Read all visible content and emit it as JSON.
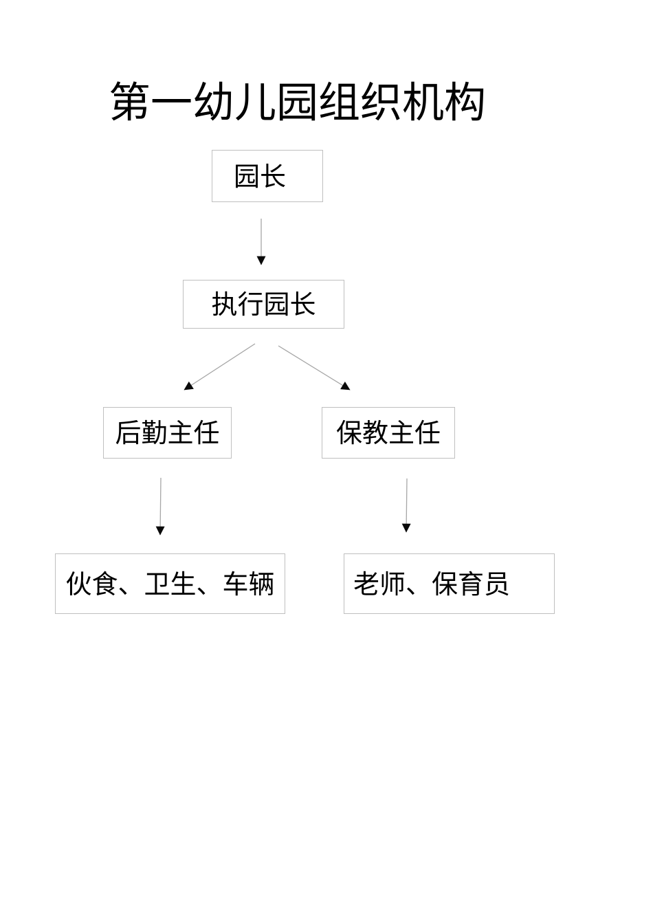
{
  "page": {
    "background": "#ffffff"
  },
  "title": "第一幼儿园组织机构",
  "org_chart": {
    "nodes": {
      "principal": {
        "label": "园长"
      },
      "executive": {
        "label": "执行园长"
      },
      "logistics_dir": {
        "label": "后勤主任"
      },
      "education_dir": {
        "label": "保教主任"
      },
      "logistics_staff": {
        "label": "伙食、卫生、车辆"
      },
      "teaching_staff": {
        "label": "老师、保育员"
      }
    },
    "edges": [
      {
        "from": "principal",
        "to": "executive"
      },
      {
        "from": "executive",
        "to": "logistics_dir"
      },
      {
        "from": "executive",
        "to": "education_dir"
      },
      {
        "from": "logistics_dir",
        "to": "logistics_staff"
      },
      {
        "from": "education_dir",
        "to": "teaching_staff"
      }
    ],
    "colors": {
      "box_border": "#bfbfbf",
      "box_fill": "#ffffff",
      "text": "#000000",
      "arrow_line": "#a6a6a6",
      "arrow_head": "#0a0a0a"
    }
  }
}
